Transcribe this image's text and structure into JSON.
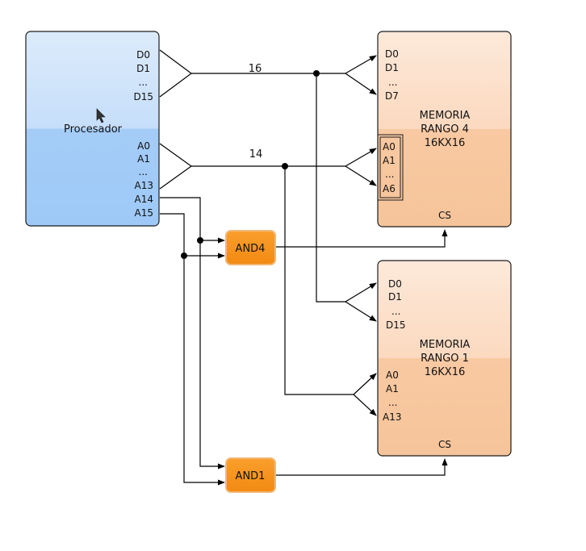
{
  "colors": {
    "processor_top": "#dcebfb",
    "processor_bottom": "#9ec9f7",
    "memory_top": "#fde7d6",
    "memory_bottom": "#f6c49a",
    "gate_fill": "#f7931e",
    "gate_stroke": "#f2b877",
    "wire": "#000000"
  },
  "processor": {
    "label": "Procesador",
    "data_pins": [
      "D0",
      "D1",
      "...",
      "D15"
    ],
    "address_pins": [
      "A0",
      "A1",
      "...",
      "A13"
    ],
    "extra_pins": [
      "A14",
      "A15"
    ]
  },
  "buses": {
    "data_width": "16",
    "address_width": "14"
  },
  "memory_rango4": {
    "title_lines": [
      "MEMORIA",
      "RANGO 4",
      "16KX16"
    ],
    "data_pins": [
      "D0",
      "D1",
      "...",
      "D7"
    ],
    "address_pins": [
      "A0",
      "A1",
      "...",
      "A6"
    ],
    "cs": "CS"
  },
  "memory_rango1": {
    "title_lines": [
      "MEMORIA",
      "RANGO 1",
      "16KX16"
    ],
    "data_pins": [
      "D0",
      "D1",
      "...",
      "D15"
    ],
    "address_pins": [
      "A0",
      "A1",
      "...",
      "A13"
    ],
    "cs": "CS"
  },
  "gates": {
    "and4": "AND4",
    "and1": "AND1"
  }
}
